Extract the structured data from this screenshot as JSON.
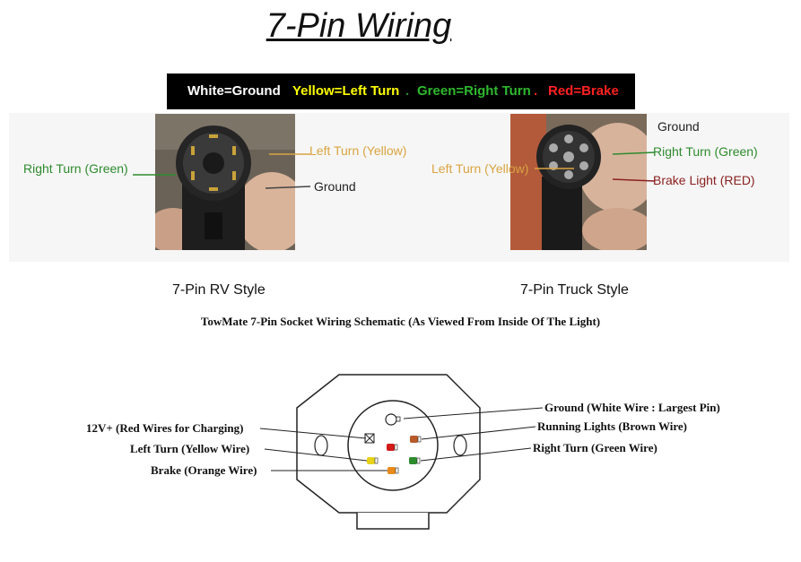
{
  "title": "7-Pin Wiring",
  "legend": {
    "white": "White=Ground",
    "yellow": "Yellow=Left Turn",
    "green": "Green=Right Turn",
    "red": "Red=Brake",
    "dot": "."
  },
  "rv": {
    "caption": "7-Pin RV Style",
    "right_turn": "Right Turn (Green)",
    "left_turn": "Left Turn (Yellow)",
    "ground": "Ground"
  },
  "truck": {
    "caption": "7-Pin Truck Style",
    "ground": "Ground",
    "right_turn": "Right Turn (Green)",
    "left_turn": "Left Turn (Yellow)",
    "brake": "Brake Light (RED)"
  },
  "schematic": {
    "title": "TowMate 7-Pin Socket Wiring Schematic (As Viewed From Inside Of The Light)",
    "ground": "Ground (White Wire : Largest Pin)",
    "running": "Running Lights (Brown Wire)",
    "right_turn": "Right Turn (Green Wire)",
    "charging": "12V+ (Red Wires for Charging)",
    "left_turn": "Left Turn (Yellow Wire)",
    "brake": "Brake (Orange Wire)"
  },
  "colors": {
    "green": "#2e8b2e",
    "yellow_label": "#d9a441",
    "red_label": "#8b2020",
    "legend_white": "#ffffff",
    "legend_yellow": "#ffff00",
    "legend_green": "#2eb82e",
    "legend_red": "#ff2020"
  }
}
